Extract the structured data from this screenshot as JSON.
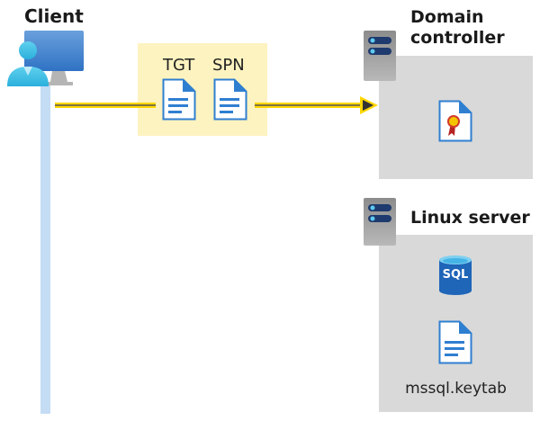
{
  "client": {
    "label": "Client"
  },
  "message": {
    "tgt_label": "TGT",
    "spn_label": "SPN"
  },
  "domain_controller": {
    "label": "Domain controller",
    "line1": "Domain",
    "line2": "controller"
  },
  "linux_server": {
    "label": "Linux server",
    "sql_label": "SQL",
    "keytab_label": "mssql.keytab"
  },
  "colors": {
    "lifeline": "#c5dcf5",
    "arrow": "#ffd700",
    "message_box": "#fdf3c0",
    "server_box": "#d9d9d9",
    "doc_blue": "#2f7fd1"
  }
}
